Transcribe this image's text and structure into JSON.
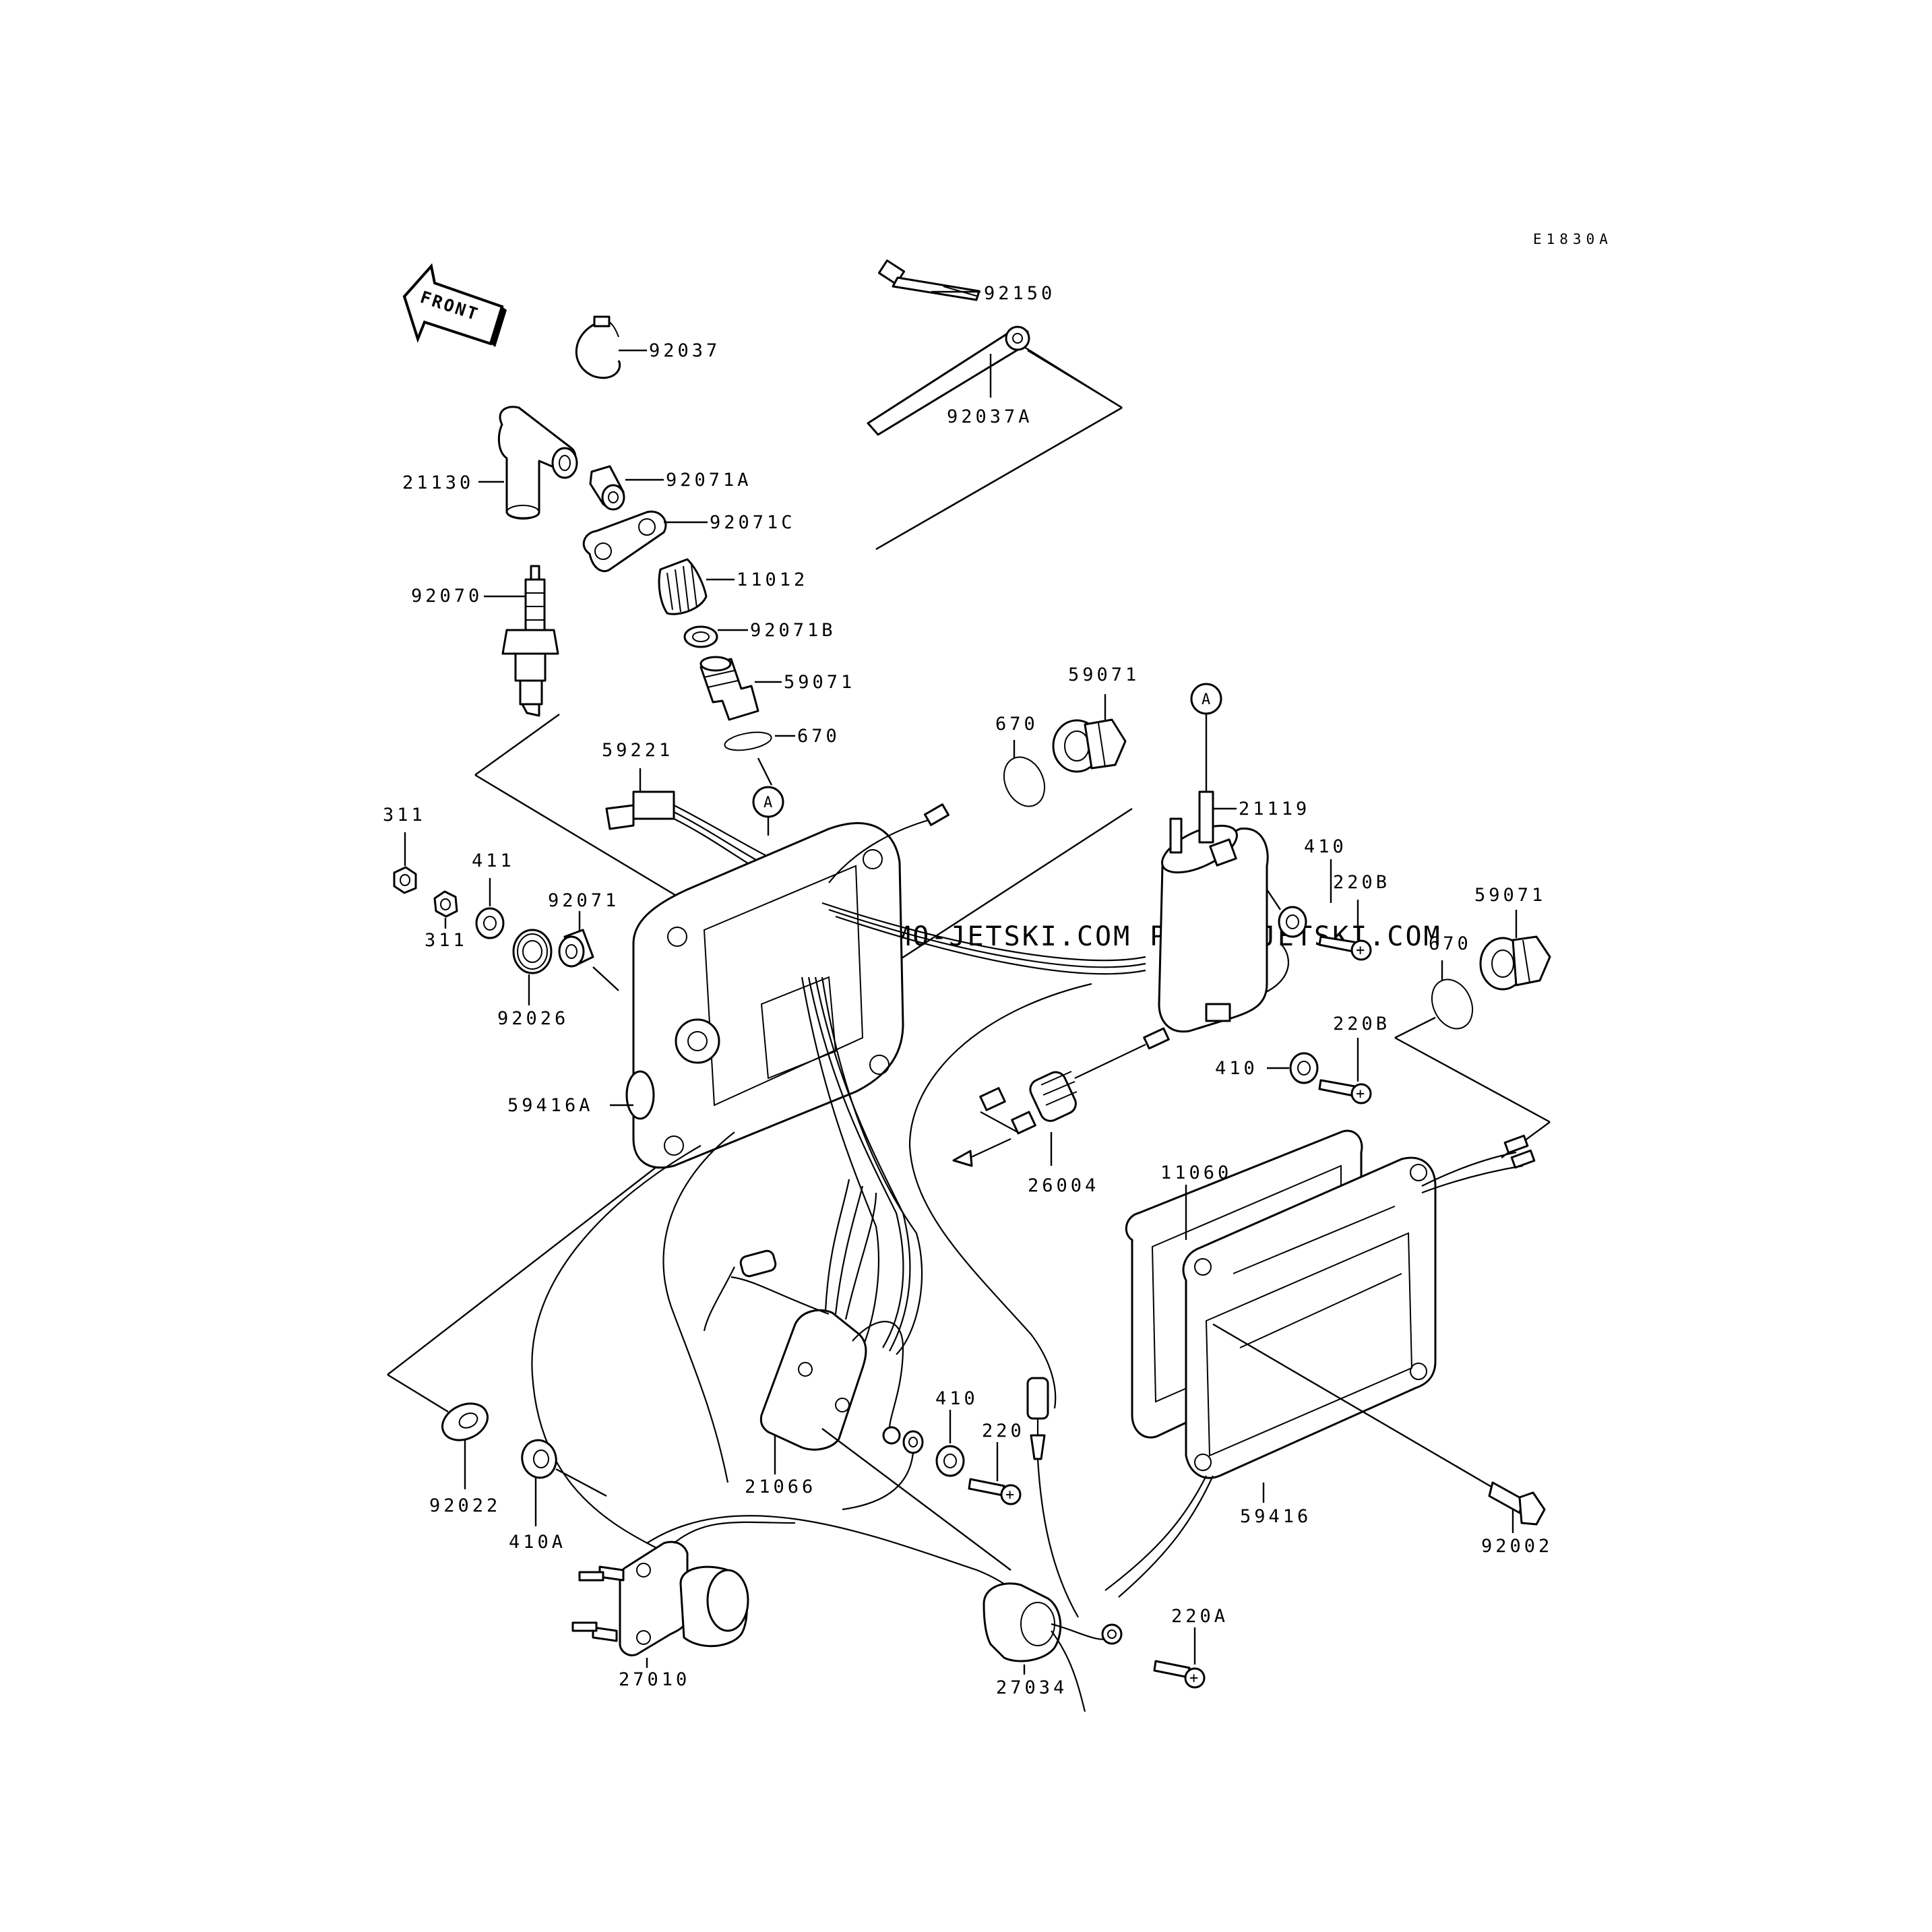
{
  "diagram_code": "E1830A",
  "front_arrow_label": "FRONT",
  "watermark": "JETSKI.COM PROMO-JETSKI.COM PROMO-JETSKI.COM",
  "callout_markers": [
    "A",
    "A"
  ],
  "labels": {
    "p92150": "92150",
    "p92037": "92037",
    "p92037A": "92037A",
    "p21130": "21130",
    "p92071A": "92071A",
    "p92071C": "92071C",
    "p11012": "11012",
    "p92070": "92070",
    "p92071B": "92071B",
    "p59071_a": "59071",
    "p670_a": "670",
    "p59071_b": "59071",
    "p670_b": "670",
    "p59221": "59221",
    "p21119": "21119",
    "p311_a": "311",
    "p411": "411",
    "p92071": "92071",
    "p410_a": "410",
    "p220B_a": "220B",
    "p59071_c": "59071",
    "p670_c": "670",
    "p311_b": "311",
    "p92026": "92026",
    "p220B_b": "220B",
    "p410_b": "410",
    "p59416A": "59416A",
    "p26004": "26004",
    "p11060": "11060",
    "p410_c": "410",
    "p220": "220",
    "p21066": "21066",
    "p92022": "92022",
    "p410A": "410A",
    "p59416": "59416",
    "p92002": "92002",
    "p220A": "220A",
    "p27010": "27010",
    "p27034": "27034"
  }
}
